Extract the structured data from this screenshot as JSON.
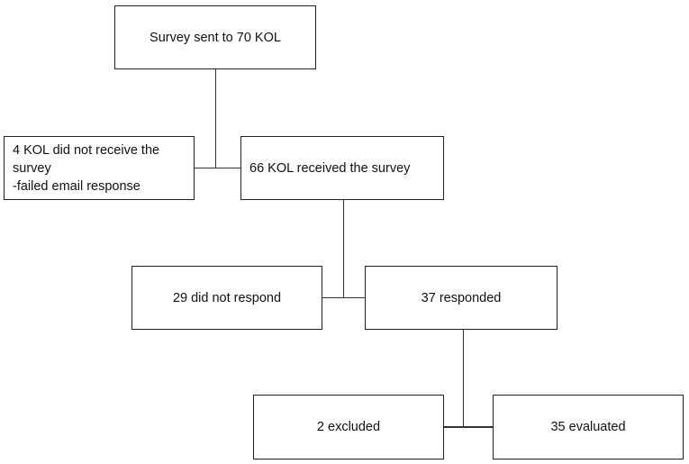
{
  "nodes": {
    "survey_sent": "Survey sent to 70 KOL",
    "not_received_line1": "4 KOL did not receive the survey",
    "not_received_line2": "-failed email response",
    "received": "66 KOL received the survey",
    "did_not_respond": "29 did not respond",
    "responded": "37 responded",
    "excluded": "2 excluded",
    "evaluated": "35 evaluated"
  }
}
